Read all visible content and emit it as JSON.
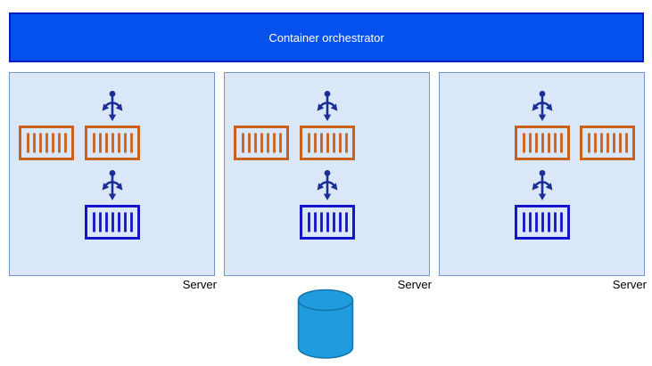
{
  "header": {
    "title": "Container orchestrator"
  },
  "servers": [
    {
      "label": "Server",
      "orange_container_count": 2,
      "blue_container_count": 1,
      "anchor_count": 2
    },
    {
      "label": "Server",
      "orange_container_count": 2,
      "blue_container_count": 1,
      "anchor_count": 2
    },
    {
      "label": "Server",
      "orange_container_count": 2,
      "blue_container_count": 1,
      "anchor_count": 2
    }
  ],
  "database": {
    "shape": "cylinder"
  },
  "icons": {
    "anchor": "anchor-icon",
    "orange_container": "container-icon-orange",
    "blue_container": "container-icon-blue",
    "database": "database-cylinder-icon"
  },
  "colors": {
    "header-fill": "#0551ee",
    "header-stroke": "#0b1dc2",
    "box-fill": "#dae7f8",
    "box-stroke": "#7396c8",
    "orange": "#c8611c",
    "blue": "#1414c8",
    "anchor": "#1b2d96",
    "cyl-fill": "#209cde",
    "cyl-stroke": "#1474ab",
    "label-color": "#000000",
    "page-bg": "#ffffff"
  }
}
